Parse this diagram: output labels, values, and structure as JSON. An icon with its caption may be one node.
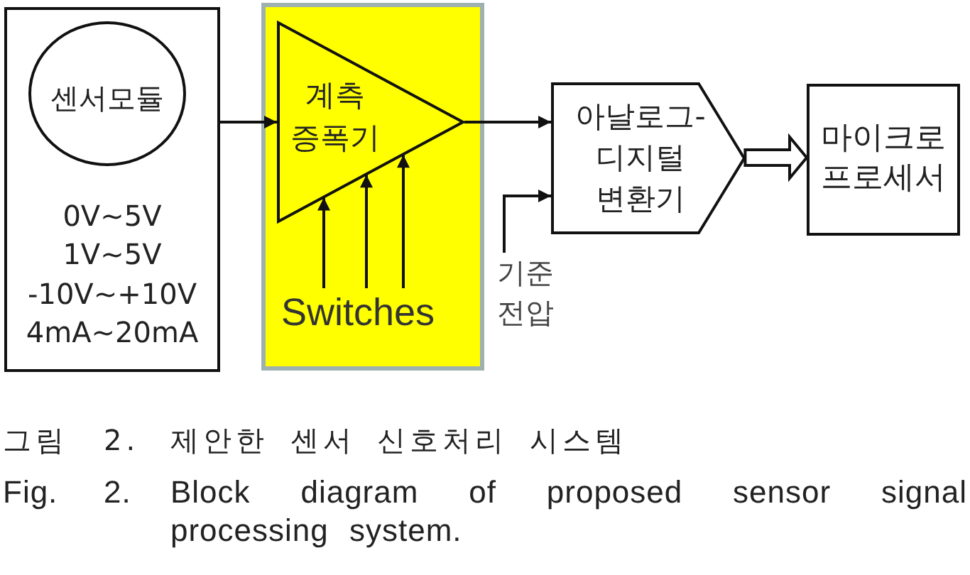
{
  "diagram": {
    "caption": "그림 2. 제안한 센서 신호처리 시스템",
    "nodes": [
      {
        "text": [
          "0V~5V",
          "1V~5V",
          "-10V~+10V",
          "4mA~20mA"
        ]
      },
      {
        "text": [
          "센서모듈"
        ],
        "in": 0
      },
      {
        "text": [],
        "shape": "box"
      },
      {
        "text": [
          "계측 증폭기"
        ],
        "in": 2
      },
      {
        "text": [
          "Switches"
        ],
        "in": 2
      },
      {
        "text": [
          "아날로그-디지털 변환기"
        ]
      },
      {
        "text": [
          "마이크로프로세서"
        ]
      },
      {
        "text": [
          "기준 전압"
        ]
      }
    ],
    "edges": [
      {
        "from": 0,
        "to": 3,
        "arrow": "to"
      },
      {
        "from": 4,
        "to": 3,
        "arrow": "to"
      },
      {
        "from": 4,
        "to": 3,
        "arrow": "to"
      },
      {
        "from": 4,
        "to": 3,
        "arrow": "to"
      },
      {
        "from": 3,
        "to": 5,
        "arrow": "to"
      },
      {
        "from": 7,
        "to": 5,
        "arrow": "to"
      },
      {
        "from": 5,
        "to": 6,
        "arrow": "to",
        "style": "thick"
      }
    ],
    "labels": [
      "Fig. 2. Block diagram of proposed sensor signal processing system."
    ]
  }
}
